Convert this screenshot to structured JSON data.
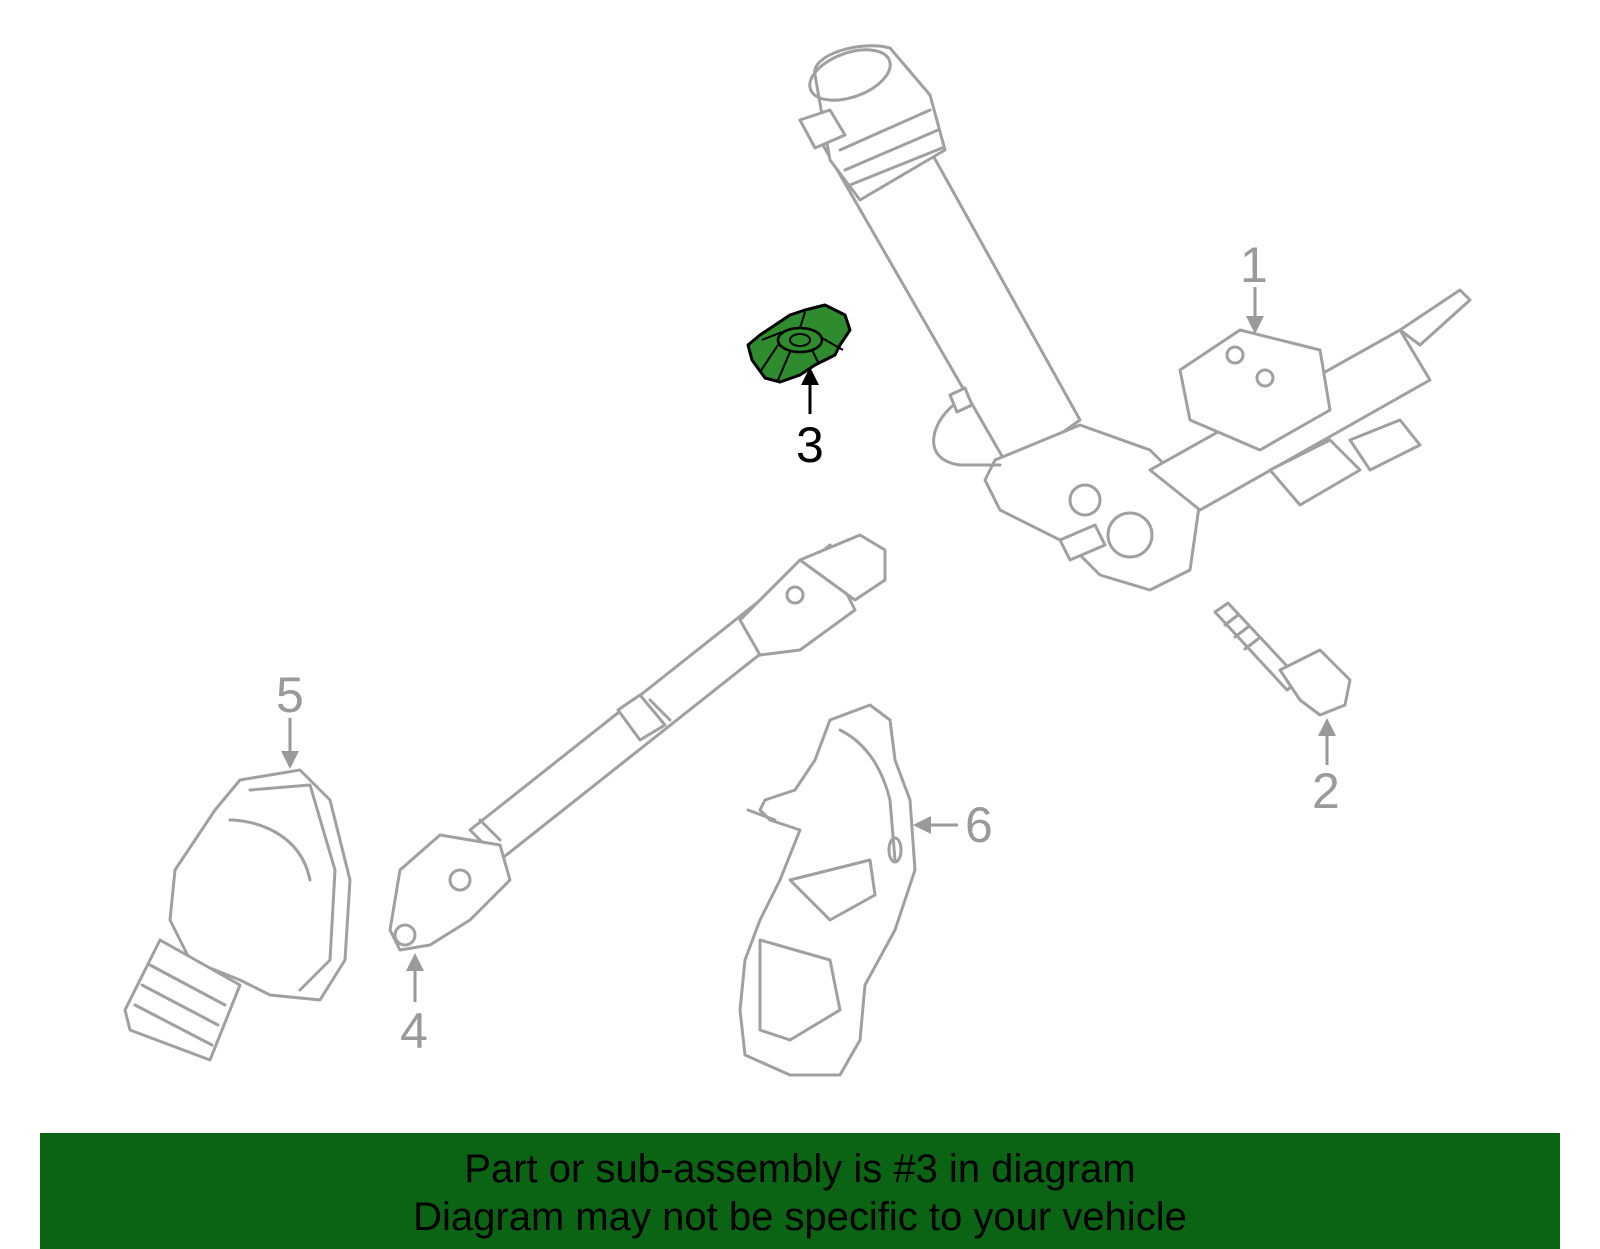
{
  "diagram": {
    "highlight_color": "#2e8b2e",
    "highlight_part": "3",
    "callouts": [
      "1",
      "2",
      "3",
      "4",
      "5",
      "6"
    ]
  },
  "banner": {
    "line1": "Part or sub-assembly is #3 in diagram",
    "line2": "Diagram may not be specific to your vehicle",
    "background": "#0b6314"
  }
}
